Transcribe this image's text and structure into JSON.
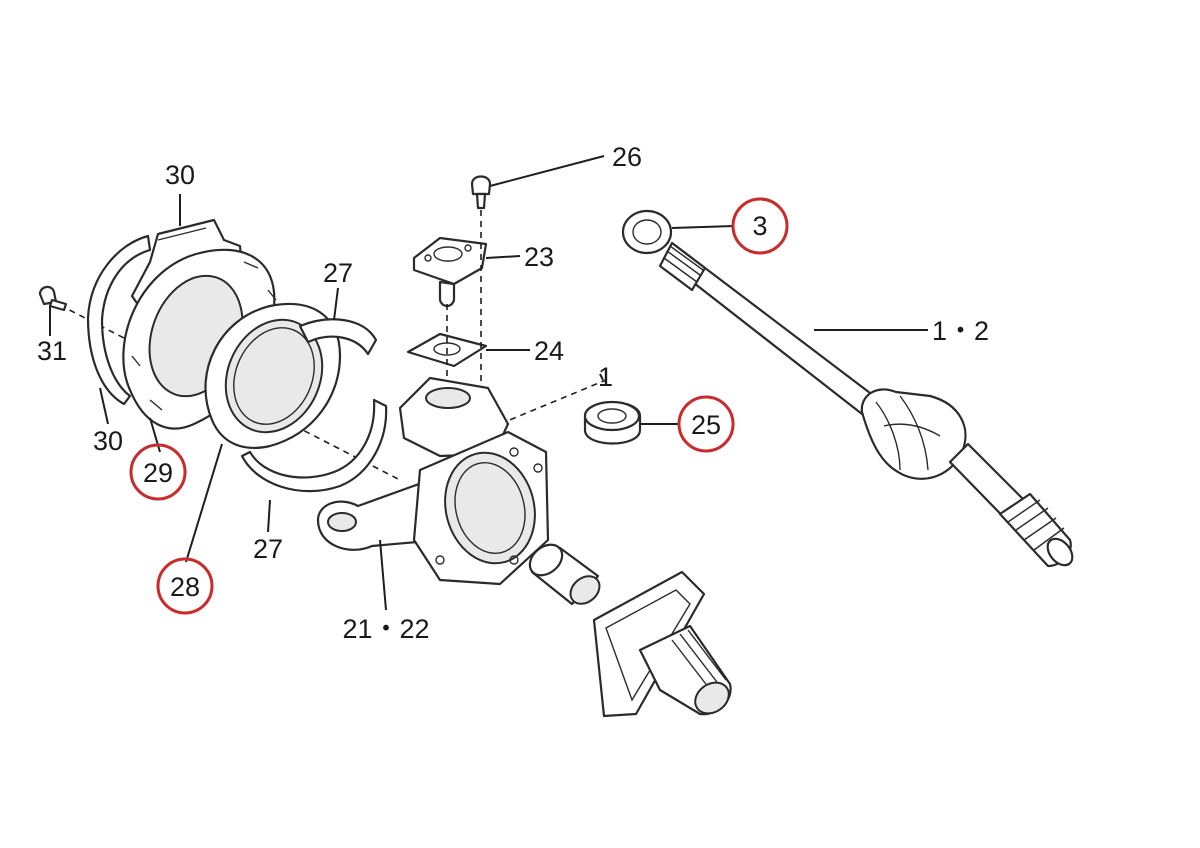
{
  "highlight_color": "#cc2a2a",
  "callouts": {
    "c26": "26",
    "c3": "3",
    "c23": "23",
    "c12": "1・2",
    "c24": "24",
    "c1": "1",
    "c25": "25",
    "c30_top": "30",
    "c27_top": "27",
    "c31": "31",
    "c30_bottom": "30",
    "c29": "29",
    "c27_bottom": "27",
    "c28": "28",
    "c2122": "21・22"
  },
  "highlighted": [
    "c3",
    "c25",
    "c29",
    "c28"
  ]
}
